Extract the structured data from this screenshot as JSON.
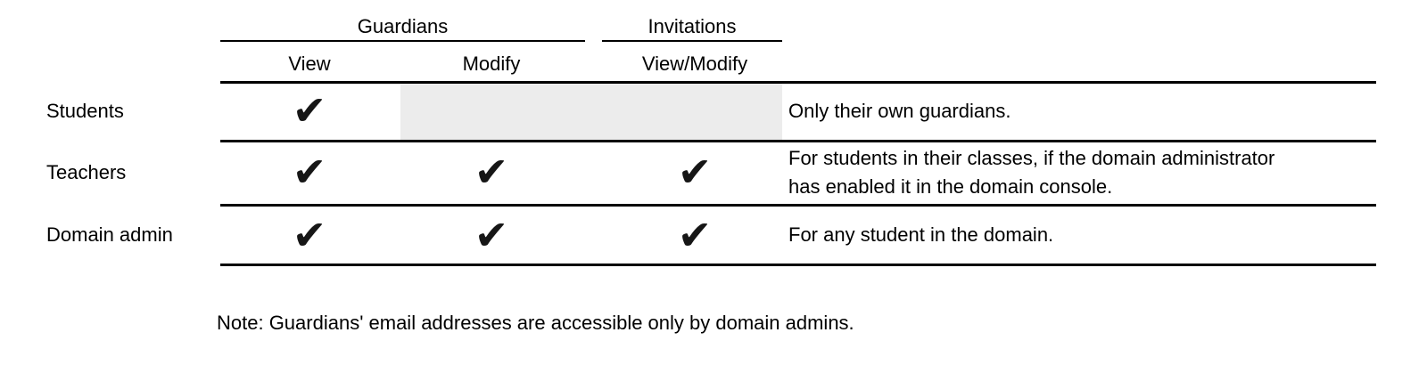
{
  "table": {
    "check_glyph": "✔",
    "shade_color": "#ececec",
    "line_color": "#000000",
    "groups": [
      {
        "label": "Guardians",
        "columns": [
          "View",
          "Modify"
        ]
      },
      {
        "label": "Invitations",
        "columns": [
          "View/Modify"
        ]
      }
    ],
    "rows": [
      {
        "label": "Students",
        "guardians_view": true,
        "guardians_modify": false,
        "invitations_view_modify": false,
        "note_lines": [
          "Only their own guardians."
        ]
      },
      {
        "label": "Teachers",
        "guardians_view": true,
        "guardians_modify": true,
        "invitations_view_modify": true,
        "note_lines": [
          "For students in their classes, if the domain administrator",
          "has enabled it in the domain console."
        ]
      },
      {
        "label": "Domain admin",
        "guardians_view": true,
        "guardians_modify": true,
        "invitations_view_modify": true,
        "note_lines": [
          "For any student in the domain."
        ]
      }
    ]
  },
  "footnote": "Note: Guardians' email addresses are accessible only by domain admins."
}
